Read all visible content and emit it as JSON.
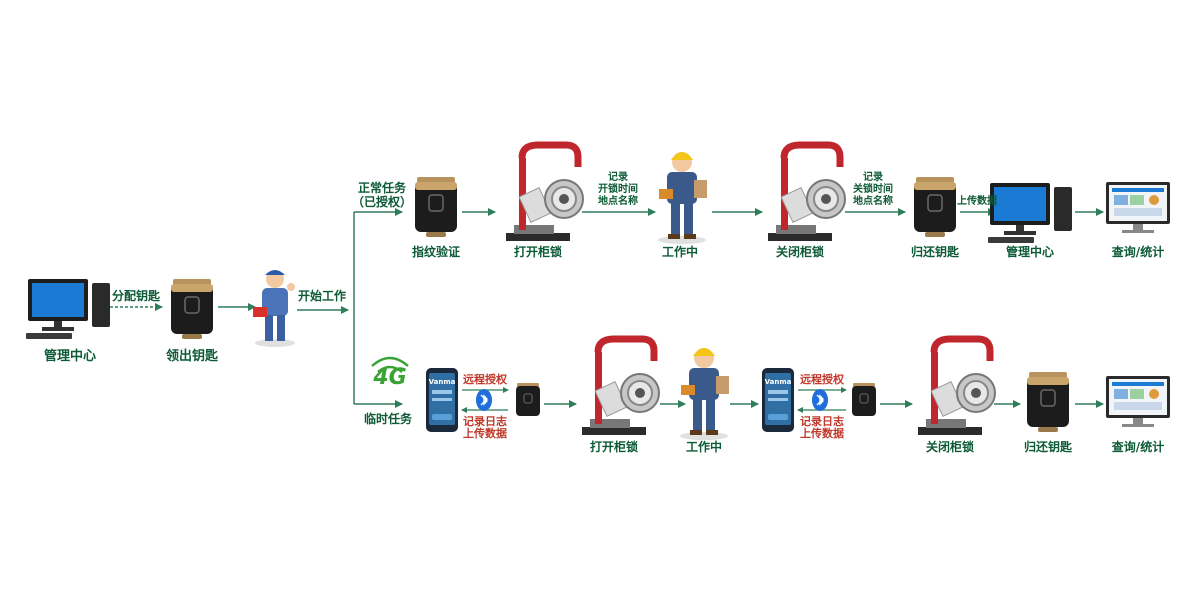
{
  "top_row": {
    "task_label": "正常任务\n（已授权）",
    "fingerprint": "指纹验证",
    "open_cabinet": "打开柜锁",
    "record_open": "记录\n开锁时间\n地点名称",
    "working": "工作中",
    "close_cabinet": "关闭柜锁",
    "record_close": "记录\n关锁时间\n地点名称",
    "return_key": "归还钥匙",
    "upload": "上传数据",
    "mgmt_center": "管理中心",
    "query": "查询/统计"
  },
  "left": {
    "mgmt_center": "管理中心",
    "assign_key": "分配钥匙",
    "get_key": "领出钥匙",
    "start_work": "开始工作"
  },
  "bottom_row": {
    "net_badge": "4G",
    "task_label": "临时任务",
    "phone_brand": "Vanma",
    "remote_auth_1": "远程授权",
    "log_upload_1": "记录日志\n上传数据",
    "open_cabinet": "打开柜锁",
    "working": "工作中",
    "remote_auth_2": "远程授权",
    "log_upload_2": "记录日志\n上传数据",
    "close_cabinet": "关闭柜锁",
    "return_key": "归还钥匙",
    "query": "查询/统计"
  },
  "colors": {
    "arrow": "#2e7d5b",
    "label": "#0d5a36",
    "red_label": "#c0392b",
    "crane": "#c0272d",
    "bluetooth": "#1e6fd9",
    "badge": "#3aa335"
  }
}
